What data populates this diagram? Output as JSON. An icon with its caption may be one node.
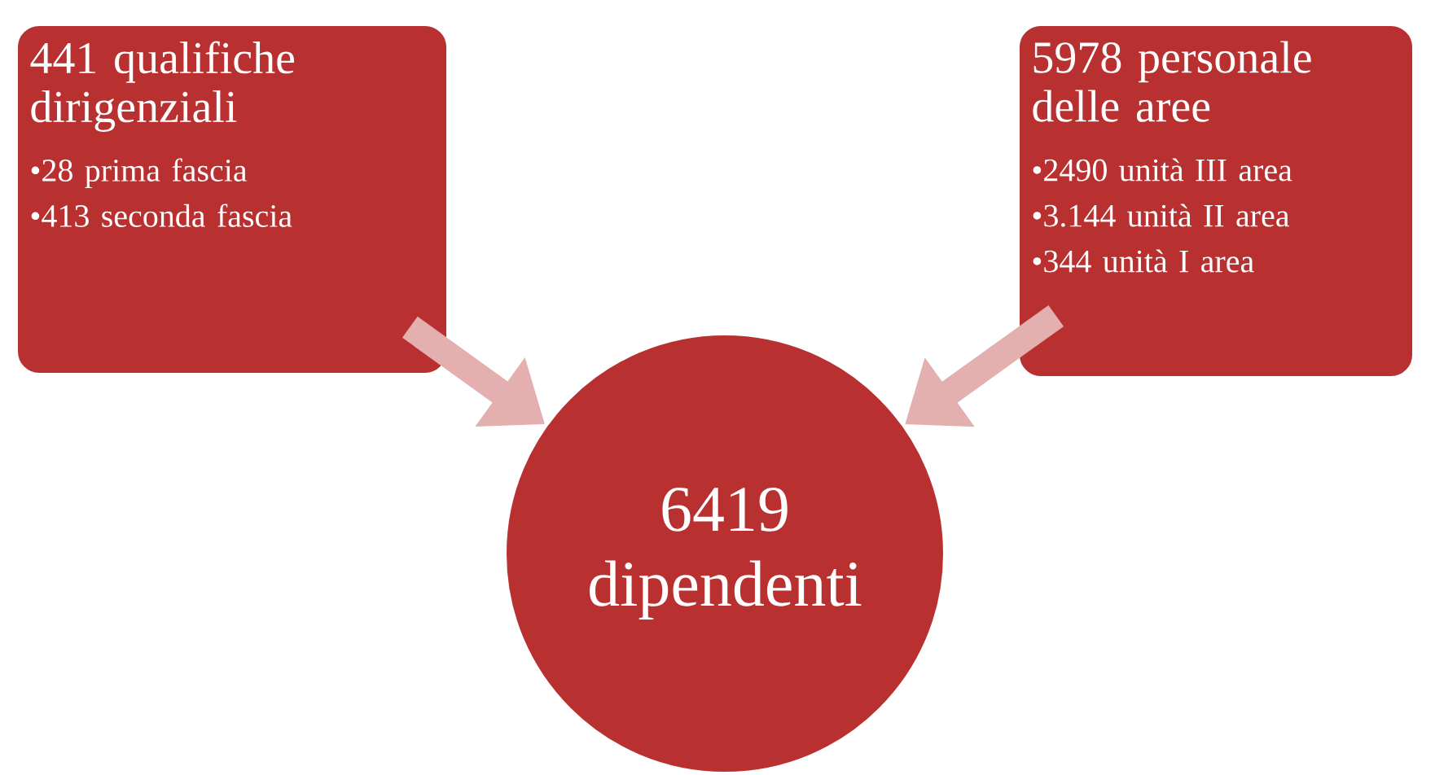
{
  "diagram": {
    "nodes": [
      {
        "text": [
          "441 qualifiche dirigenziali",
          "•28 prima fascia",
          "•413 seconda fascia"
        ]
      },
      {
        "text": [
          "5978 personale delle aree",
          "•2490 unità III area",
          "•3.144 unità II area",
          "•344 unità I area"
        ]
      },
      {
        "text": [
          "6419 dipendenti"
        ]
      }
    ],
    "edges": [
      {
        "from": 0,
        "to": 2,
        "arrow": "to"
      },
      {
        "from": 1,
        "to": 2,
        "arrow": "to"
      }
    ]
  }
}
